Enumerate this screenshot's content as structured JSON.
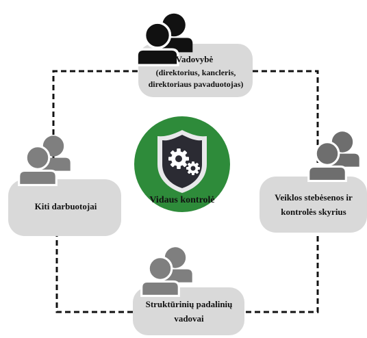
{
  "colors": {
    "box_fill": "#d9d9d9",
    "connector": "#111111",
    "center_fill": "#2e8b3a",
    "shield_fill": "#2b2b33",
    "shield_rim": "#e8e8ea",
    "person_dark": "#111111",
    "person_gray": "#7f7f7f"
  },
  "center": {
    "label": "Vidaus kontrolė",
    "icon": "shield-gears-icon"
  },
  "nodes": {
    "top": {
      "line1": "Vadovybė",
      "line2": "(direktorius, kancleris,",
      "line3": "direktoriaus pavaduotojas)",
      "icon": "people-icon"
    },
    "left": {
      "line1": "Kiti darbuotojai",
      "icon": "people-icon"
    },
    "right": {
      "line1": "Veiklos stebėsenos ir",
      "line2": "kontrolės skyrius",
      "icon": "people-icon"
    },
    "bottom": {
      "line1": "Struktūrinių padalinių",
      "line2": "vadovai",
      "icon": "people-icon"
    }
  }
}
